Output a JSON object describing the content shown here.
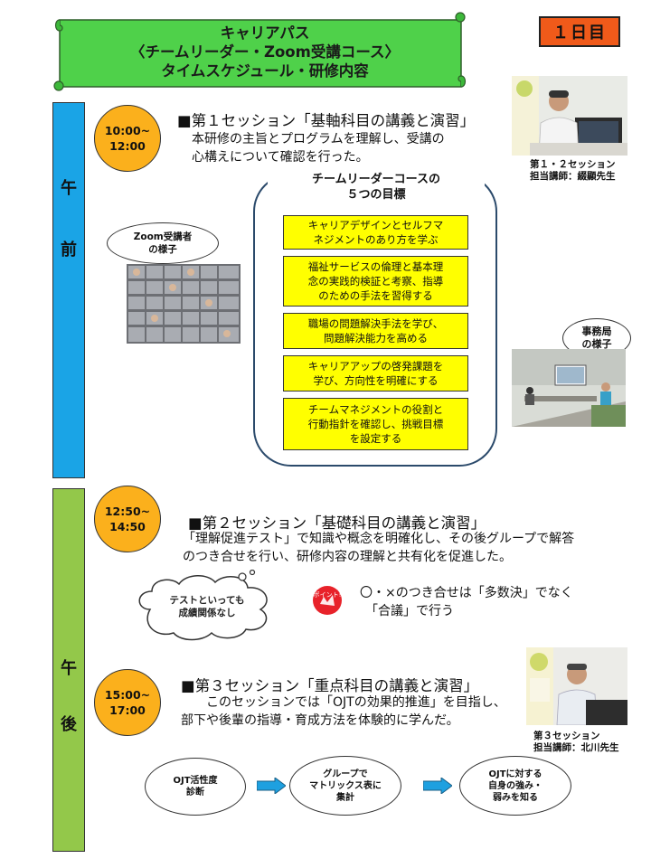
{
  "title": {
    "line1": "キャリアパス",
    "line2": "〈チームリーダー・Zoom受講コース〉",
    "line3": "タイムスケジュール・研修内容"
  },
  "day_badge": "１日目",
  "colors": {
    "am_bar": "#1aa4e6",
    "pm_bar": "#93c84a",
    "badge": "#f05a1a",
    "time": "#fbb01c",
    "goal": "#ffff00"
  },
  "am_bar": {
    "c1": "午",
    "c2": "前"
  },
  "pm_bar": {
    "c1": "午",
    "c2": "後"
  },
  "session1": {
    "time_start": "10:00~",
    "time_end": "12:00",
    "heading": "■第１セッション「基軸科目の講義と演習」",
    "body1": "本研修の主旨とプログラムを理解し、受講の",
    "body2": "心構えについて確認を行った。",
    "caption1": "第１・２セッション",
    "caption2": "担当講師：綴顯先生"
  },
  "zoom_bubble": {
    "line1": "Zoom受講者",
    "line2": "の様子"
  },
  "office_bubble": {
    "line1": "事務局",
    "line2": "の様子"
  },
  "goals": {
    "title1": "チームリーダーコースの",
    "title2": "５つの目標",
    "items": [
      {
        "l1": "キャリアデザインとセルフマ",
        "l2": "ネジメントのあり方を学ぶ",
        "l3": ""
      },
      {
        "l1": "福祉サービスの倫理と基本理",
        "l2": "念の実践的検証と考察、指導",
        "l3": "のための手法を習得する"
      },
      {
        "l1": "職場の問題解決手法を学び、",
        "l2": "問題解決能力を高める",
        "l3": ""
      },
      {
        "l1": "キャリアアップの啓発課題を",
        "l2": "学び、方向性を明確にする",
        "l3": ""
      },
      {
        "l1": "チームマネジメントの役割と",
        "l2": "行動指針を確認し、挑戦目標",
        "l3": "を設定する"
      }
    ]
  },
  "session2": {
    "time_start": "12:50~",
    "time_end": "14:50",
    "heading": "■第２セッション「基礎科目の講義と演習」",
    "body1": "「理解促進テスト」で知識や概念を明確化し、その後グループで解答",
    "body2": "のつき合せを行い、研修内容の理解と共有化を促進した。",
    "cloud1": "テストといっても",
    "cloud2": "成績関係なし",
    "point_label": "ポイント!",
    "point1": "〇・×のつき合せは「多数決」でなく",
    "point2": "「合議」で行う"
  },
  "session3": {
    "time_start": "15:00~",
    "time_end": "17:00",
    "heading": "■第３セッション「重点科目の講義と演習」",
    "body1": "このセッションでは「OJTの効果的推進」を目指し、",
    "body2": "部下や後輩の指導・育成方法を体験的に学んだ。",
    "caption1": "第３セッション",
    "caption2": "担当講師：北川先生",
    "flow": [
      {
        "l1": "OJT活性度",
        "l2": "診断",
        "l3": ""
      },
      {
        "l1": "グループで",
        "l2": "マトリックス表に",
        "l3": "集計"
      },
      {
        "l1": "OJTに対する",
        "l2": "自身の強み・",
        "l3": "弱みを知る"
      }
    ]
  }
}
